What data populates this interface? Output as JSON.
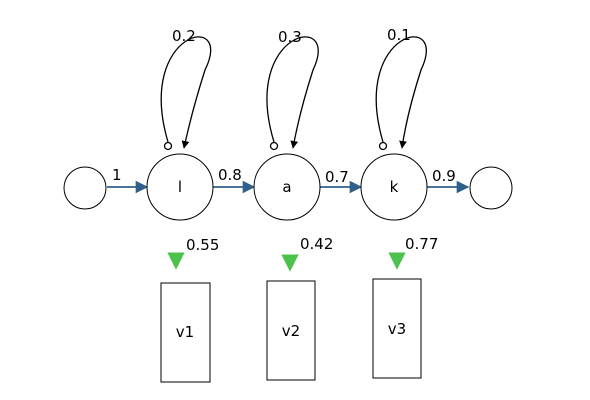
{
  "diagram": {
    "nodes": [
      {
        "id": "start",
        "label": ""
      },
      {
        "id": "l",
        "label": "l"
      },
      {
        "id": "a",
        "label": "a"
      },
      {
        "id": "k",
        "label": "k"
      },
      {
        "id": "end",
        "label": ""
      }
    ],
    "transitions": [
      {
        "from": "start",
        "to": "l",
        "label": "1"
      },
      {
        "from": "l",
        "to": "a",
        "label": "0.8"
      },
      {
        "from": "a",
        "to": "k",
        "label": "0.7"
      },
      {
        "from": "k",
        "to": "end",
        "label": "0.9"
      }
    ],
    "self_loops": [
      {
        "node": "l",
        "label": "0.2"
      },
      {
        "node": "a",
        "label": "0.3"
      },
      {
        "node": "k",
        "label": "0.1"
      }
    ],
    "emissions": [
      {
        "from": "l",
        "label": "0.55",
        "box": "v1"
      },
      {
        "from": "a",
        "label": "0.42",
        "box": "v2"
      },
      {
        "from": "k",
        "label": "0.77",
        "box": "v3"
      }
    ],
    "colors": {
      "transition_arrow": "#2f5f8a",
      "emission_arrow_top": "#5a6b5a",
      "emission_arrow_bottom": "#4cc24c",
      "loop_arrow": "#000000"
    }
  }
}
